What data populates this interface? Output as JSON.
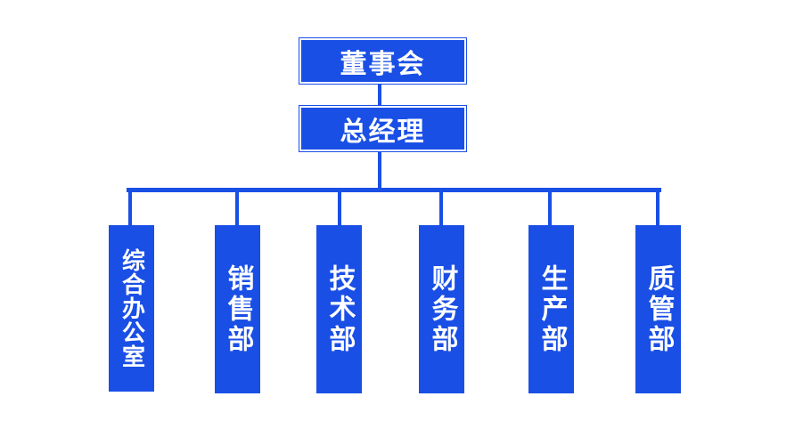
{
  "colors": {
    "box_fill": "#1a4fe6",
    "connector": "#1a4fe6",
    "text": "#ffffff"
  },
  "top": {
    "board": "董事会",
    "gm": "总经理"
  },
  "departments": [
    "综合办公室",
    "销售部",
    "技术部",
    "财务部",
    "生产部",
    "质管部"
  ]
}
